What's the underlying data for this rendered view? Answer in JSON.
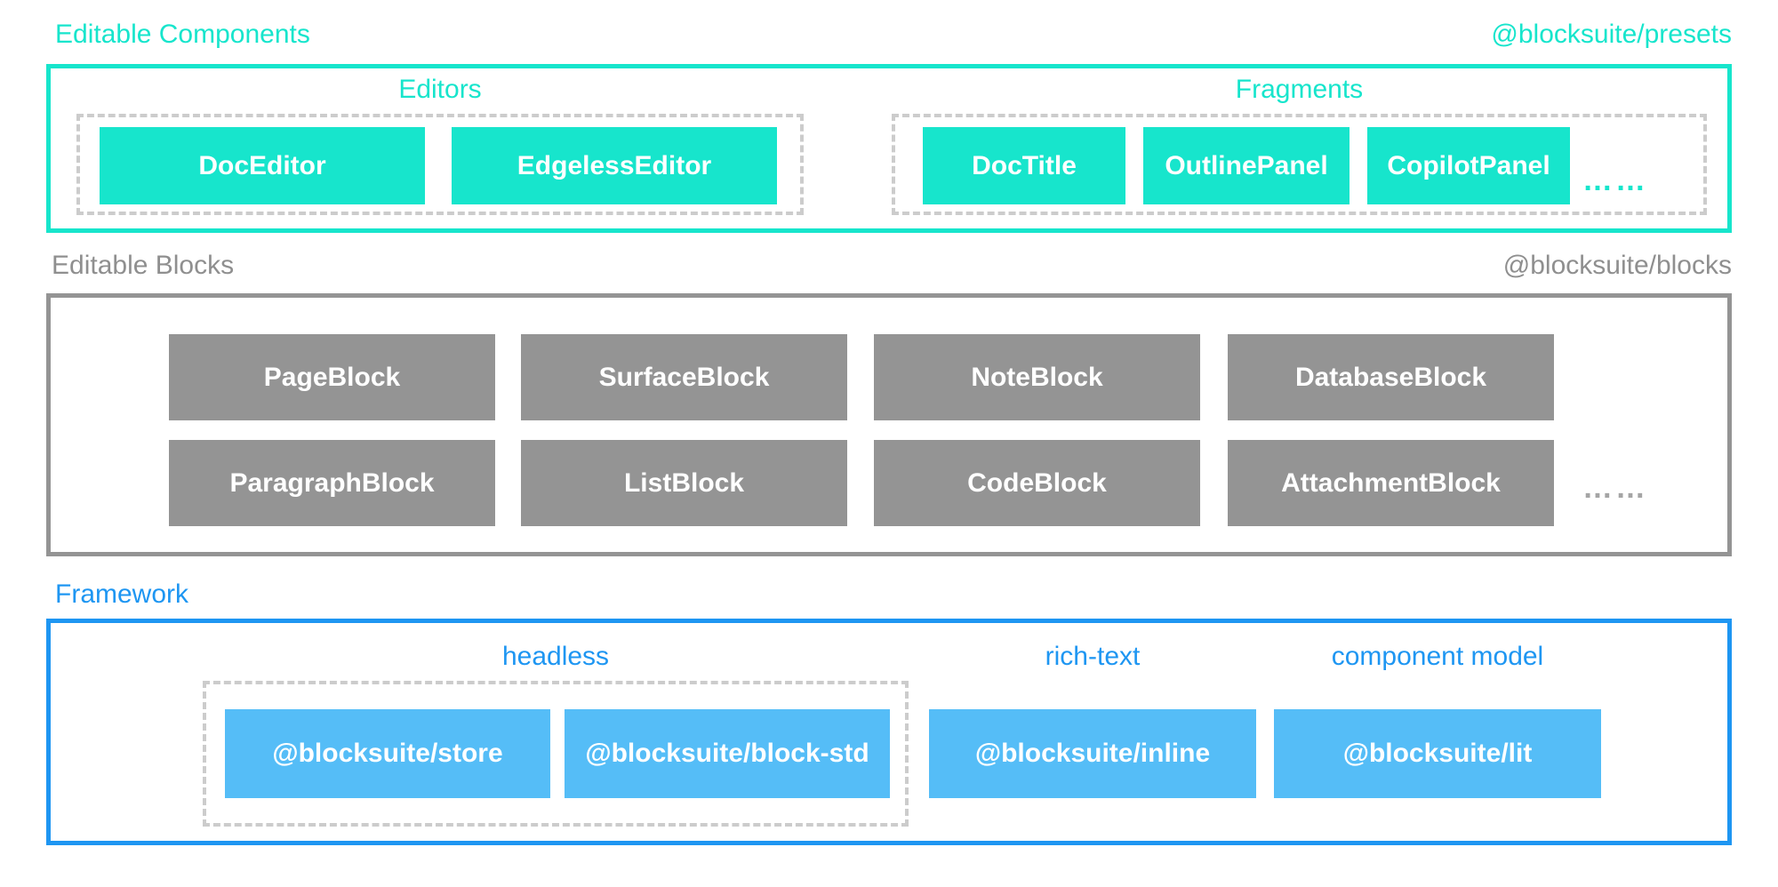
{
  "colors": {
    "teal": "#17E5CC",
    "gray": "#949494",
    "gray_text": "#8F8F8F",
    "blue": "#1E96F2",
    "light_blue": "#55BDF7",
    "dash": "#CCCCCC",
    "white": "#FFFFFF"
  },
  "components": {
    "title": "Editable Components",
    "package": "@blocksuite/presets",
    "editors": {
      "label": "Editors",
      "blocks": [
        "DocEditor",
        "EdgelessEditor"
      ]
    },
    "fragments": {
      "label": "Fragments",
      "blocks": [
        "DocTitle",
        "OutlinePanel",
        "CopilotPanel"
      ],
      "more": "……"
    }
  },
  "blocks": {
    "title": "Editable Blocks",
    "package": "@blocksuite/blocks",
    "row1": [
      "PageBlock",
      "SurfaceBlock",
      "NoteBlock",
      "DatabaseBlock"
    ],
    "row2": [
      "ParagraphBlock",
      "ListBlock",
      "CodeBlock",
      "AttachmentBlock"
    ],
    "more": "……"
  },
  "framework": {
    "title": "Framework",
    "headless": {
      "label": "headless",
      "blocks": [
        "@blocksuite/store",
        "@blocksuite/block-std"
      ]
    },
    "rich_text": {
      "label": "rich-text",
      "blocks": [
        "@blocksuite/inline"
      ]
    },
    "component_model": {
      "label": "component model",
      "blocks": [
        "@blocksuite/lit"
      ]
    }
  }
}
